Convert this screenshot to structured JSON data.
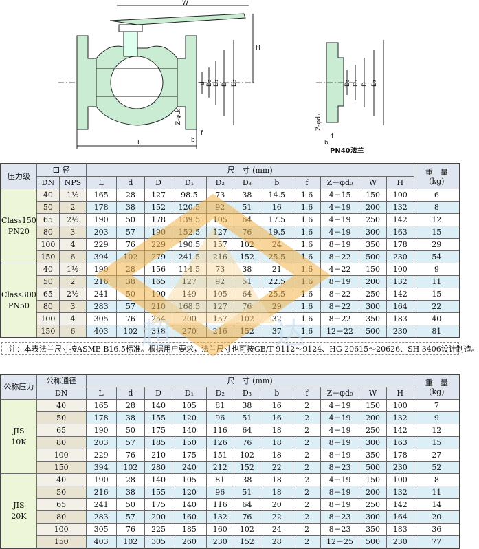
{
  "drawing": {
    "labels": {
      "W": "W",
      "H": "H",
      "L": "L",
      "f": "f",
      "b": "b",
      "zphi": "Z-φd₀",
      "d": "d",
      "D2": "D₂",
      "D1": "D₁",
      "D": "D",
      "D3": "D₃"
    },
    "caption": "PN40法兰"
  },
  "table1": {
    "header": {
      "pressure": "压力级",
      "bore": "口 径",
      "dn": "DN",
      "nps": "NPS",
      "dims": "尺　寸 (mm)",
      "cols": [
        "L",
        "d",
        "D",
        "D₁",
        "D₂",
        "D₃",
        "b",
        "f",
        "Z－φd₀",
        "W",
        "H"
      ],
      "weight": "重　量",
      "weight_unit": "(kg)"
    },
    "groups": [
      {
        "name": [
          "Class150",
          "PN20"
        ],
        "rows": [
          {
            "dn": "40",
            "nps": "1½",
            "vals": [
              "165",
              "28",
              "127",
              "98.5",
              "73",
              "38",
              "14.5",
              "1.6",
              "4－15",
              "150",
              "100"
            ],
            "w": "6"
          },
          {
            "dn": "50",
            "nps": "2",
            "vals": [
              "178",
              "38",
              "152",
              "120.5",
              "92",
              "51",
              "16",
              "1.6",
              "4－19",
              "200",
              "132"
            ],
            "w": "8"
          },
          {
            "dn": "65",
            "nps": "2½",
            "vals": [
              "190",
              "50",
              "178",
              "139.5",
              "105",
              "64",
              "17.5",
              "1.6",
              "4－19",
              "250",
              "142"
            ],
            "w": "12"
          },
          {
            "dn": "80",
            "nps": "3",
            "vals": [
              "203",
              "57",
              "190",
              "152.5",
              "127",
              "76",
              "19.5",
              "1.6",
              "4－19",
              "300",
              "163"
            ],
            "w": "15"
          },
          {
            "dn": "100",
            "nps": "4",
            "vals": [
              "229",
              "76",
              "229",
              "190.5",
              "157",
              "102",
              "24",
              "1.6",
              "8－19",
              "350",
              "178"
            ],
            "w": "29"
          },
          {
            "dn": "150",
            "nps": "6",
            "vals": [
              "394",
              "102",
              "279",
              "241.5",
              "216",
              "152",
              "25.5",
              "1.6",
              "8－22",
              "500",
              "230"
            ],
            "w": "54"
          }
        ]
      },
      {
        "name": [
          "Class300",
          "PN50"
        ],
        "rows": [
          {
            "dn": "40",
            "nps": "1½",
            "vals": [
              "190",
              "28",
              "156",
              "114.5",
              "73",
              "38",
              "21",
              "1.6",
              "4－22",
              "150",
              "100"
            ],
            "w": "9"
          },
          {
            "dn": "50",
            "nps": "2",
            "vals": [
              "216",
              "38",
              "165",
              "127",
              "92",
              "51",
              "22.5",
              "1.6",
              "8－19",
              "200",
              "132"
            ],
            "w": "11"
          },
          {
            "dn": "65",
            "nps": "2½",
            "vals": [
              "241",
              "50",
              "190",
              "149",
              "105",
              "64",
              "25.5",
              "1.6",
              "8－22",
              "250",
              "142"
            ],
            "w": "15"
          },
          {
            "dn": "80",
            "nps": "3",
            "vals": [
              "283",
              "57",
              "210",
              "168.5",
              "127",
              "76",
              "29",
              "1.6",
              "8－22",
              "300",
              "164"
            ],
            "w": "22"
          },
          {
            "dn": "100",
            "nps": "4",
            "vals": [
              "305",
              "76",
              "254",
              "200",
              "157",
              "102",
              "32",
              "1.6",
              "8－22",
              "350",
              "183"
            ],
            "w": "40"
          },
          {
            "dn": "150",
            "nps": "6",
            "vals": [
              "403",
              "102",
              "318",
              "270",
              "216",
              "152",
              "37",
              "1.6",
              "12－22",
              "500",
              "230"
            ],
            "w": "81"
          }
        ]
      }
    ],
    "note": "注：本表法兰尺寸按ASME B16.5标准。根据用户要求，法兰尺寸也可按GB/T 9112～9124、HG 20615～20626、SH 3406设计制造。"
  },
  "table2": {
    "header": {
      "pressure": "公称压力",
      "bore": "公称通径",
      "dn": "DN",
      "dims": "尺　寸 (mm)",
      "cols": [
        "L",
        "d",
        "D",
        "D₁",
        "D₂",
        "D₃",
        "b",
        "f",
        "Z－φd₀",
        "W",
        "H"
      ],
      "weight": "重　量",
      "weight_unit": "(kg)"
    },
    "groups": [
      {
        "name": [
          "JIS",
          "10K"
        ],
        "rows": [
          {
            "dn": "40",
            "vals": [
              "165",
              "28",
              "140",
              "105",
              "81",
              "38",
              "16",
              "2",
              "4－19",
              "150",
              "100"
            ],
            "w": "7"
          },
          {
            "dn": "50",
            "vals": [
              "178",
              "38",
              "155",
              "120",
              "96",
              "51",
              "16",
              "2",
              "4－19",
              "200",
              "132"
            ],
            "w": "9"
          },
          {
            "dn": "65",
            "vals": [
              "190",
              "50",
              "175",
              "140",
              "116",
              "64",
              "18",
              "2",
              "4－19",
              "250",
              "142"
            ],
            "w": "12"
          },
          {
            "dn": "80",
            "vals": [
              "203",
              "57",
              "185",
              "150",
              "126",
              "76",
              "18",
              "2",
              "8－19",
              "300",
              "163"
            ],
            "w": "15"
          },
          {
            "dn": "100",
            "vals": [
              "229",
              "76",
              "210",
              "175",
              "151",
              "102",
              "18",
              "2",
              "8－19",
              "350",
              "178"
            ],
            "w": "27"
          },
          {
            "dn": "150",
            "vals": [
              "394",
              "102",
              "280",
              "240",
              "212",
              "152",
              "22",
              "2",
              "8－23",
              "500",
              "230"
            ],
            "w": "52"
          }
        ]
      },
      {
        "name": [
          "JIS",
          "20K"
        ],
        "rows": [
          {
            "dn": "40",
            "vals": [
              "190",
              "28",
              "140",
              "105",
              "81",
              "38",
              "18",
              "2",
              "4－19",
              "150",
              "100"
            ],
            "w": "8"
          },
          {
            "dn": "50",
            "vals": [
              "216",
              "38",
              "155",
              "120",
              "96",
              "51",
              "18",
              "2",
              "8－19",
              "200",
              "132"
            ],
            "w": "11"
          },
          {
            "dn": "65",
            "vals": [
              "241",
              "50",
              "175",
              "140",
              "116",
              "64",
              "20",
              "2",
              "8－19",
              "250",
              "142"
            ],
            "w": "14"
          },
          {
            "dn": "80",
            "vals": [
              "283",
              "57",
              "200",
              "160",
              "132",
              "76",
              "22",
              "2",
              "8－23",
              "300",
              "164"
            ],
            "w": "20"
          },
          {
            "dn": "100",
            "vals": [
              "305",
              "76",
              "225",
              "185",
              "160",
              "102",
              "24",
              "2",
              "8－23",
              "350",
              "183"
            ],
            "w": "36"
          },
          {
            "dn": "150",
            "vals": [
              "403",
              "102",
              "305",
              "260",
              "230",
              "152",
              "28",
              "2",
              "12－25",
              "500",
              "230"
            ],
            "w": "77"
          }
        ]
      }
    ]
  },
  "colors": {
    "header_bg": "#dfe6ef",
    "group_bg": "#eef6d9",
    "alt_row": "#dceef6",
    "drawing_fill": "#c9ecd3",
    "watermark": "#f2b34a"
  }
}
